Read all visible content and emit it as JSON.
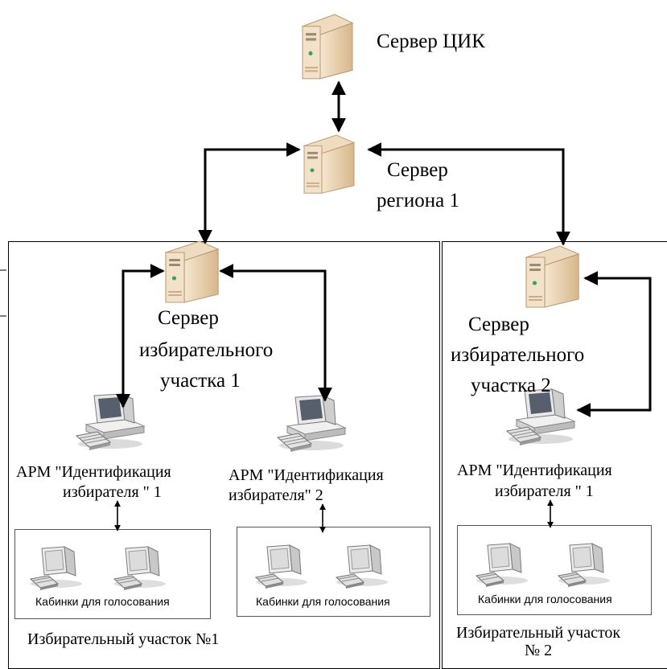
{
  "servers": {
    "cik": {
      "label": "Сервер ЦИК",
      "icon": "server-tower-icon"
    },
    "region": {
      "label_line1": "Сервер",
      "label_line2": "региона 1",
      "icon": "server-tower-icon"
    },
    "precinct1_server": {
      "label_line1": "Сервер",
      "label_line2": "избирательного",
      "label_line3": "участка 1",
      "icon": "server-tower-icon"
    },
    "precinct2_server": {
      "label_line1": "Сервер",
      "label_line2": "избирательного",
      "label_line3": "участка 2",
      "icon": "server-tower-icon"
    }
  },
  "precinct1": {
    "title": "Избирательный участок №1",
    "arm1": {
      "line1": "АРМ \"Идентификация",
      "line2": "избирателя \" 1",
      "icon": "desktop-computer-icon"
    },
    "arm2": {
      "line1": "АРМ \"Идентификация",
      "line2": "избирателя\" 2",
      "icon": "desktop-computer-icon"
    },
    "booths1": {
      "label": "Кабинки для голосования",
      "icon": "desktop-computer-icon"
    },
    "booths2": {
      "label": "Кабинки для голосования",
      "icon": "desktop-computer-icon"
    }
  },
  "precinct2": {
    "title_line1": "Избирательный участок",
    "title_line2": "№ 2",
    "arm1": {
      "line1": "АРМ \"Идентификация",
      "line2": "избирателя \" 1",
      "icon": "desktop-computer-icon"
    },
    "booths": {
      "label": "Кабинки для голосования",
      "icon": "desktop-computer-icon"
    }
  },
  "colors": {
    "line": "#000000",
    "server_body": "#f3dfc3",
    "server_shade": "#d9b98f",
    "pc_body": "#e6e6e6",
    "pc_dark": "#6b6b6b"
  }
}
